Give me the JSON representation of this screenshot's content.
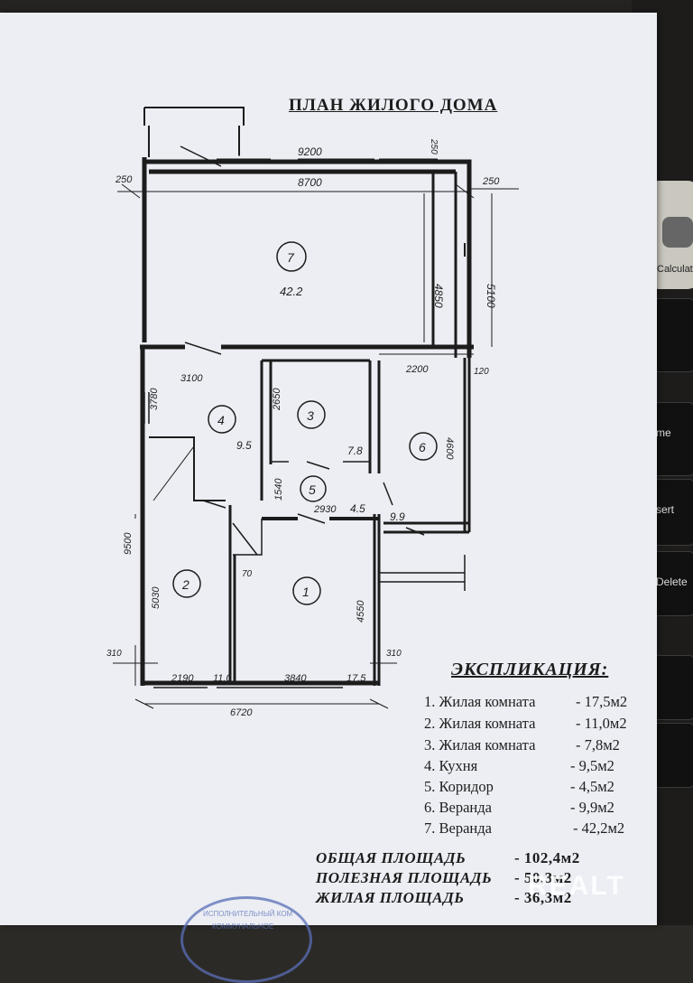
{
  "title": "ПЛАН ЖИЛОГО ДОМА",
  "dimensions": {
    "top_outer": "9200",
    "top_inner": "8700",
    "top_left_wall": "250",
    "top_right_wall": "250",
    "top_small": "250",
    "right_outer": "5100",
    "right_inner": "4850",
    "mid_left": "3100",
    "mid_right": "2200",
    "mid_right_small": "120",
    "room4_height": "3780",
    "room3_height": "2650",
    "room6_height": "4600",
    "corridor_height": "1540",
    "corridor_width": "2930",
    "room2_height": "5030",
    "room1_height": "4550",
    "door_small": "70",
    "overall_height": "9500",
    "bottom_left_wall": "310",
    "bottom_right_wall": "310",
    "bottom_room2": "2190",
    "bottom_room1": "3840",
    "bottom_overall": "6720"
  },
  "rooms": [
    {
      "number": "7",
      "area": "42.2"
    },
    {
      "number": "4",
      "area": "9.5"
    },
    {
      "number": "3",
      "area": "7.8"
    },
    {
      "number": "6",
      "area": "9.9"
    },
    {
      "number": "5",
      "area": "4.5"
    },
    {
      "number": "2",
      "area": "11.0"
    },
    {
      "number": "1",
      "area": "17.5"
    }
  ],
  "explication": {
    "title": "ЭКСПЛИКАЦИЯ:",
    "items": [
      {
        "label": "1. Жилая комната",
        "value": "- 17,5м2"
      },
      {
        "label": "2. Жилая комната",
        "value": "- 11,0м2"
      },
      {
        "label": "3. Жилая комната",
        "value": "- 7,8м2"
      },
      {
        "label": "4. Кухня",
        "value": "- 9,5м2"
      },
      {
        "label": "5. Коридор",
        "value": "- 4,5м2"
      },
      {
        "label": "6. Веранда",
        "value": "- 9,9м2"
      },
      {
        "label": "7. Веранда",
        "value": "- 42,2м2"
      }
    ]
  },
  "totals": [
    {
      "label": "ОБЩАЯ ПЛОЩАДЬ",
      "value": "- 102,4м2"
    },
    {
      "label": "ПОЛЕЗНАЯ ПЛОЩАДЬ",
      "value": "- 50,3м2"
    },
    {
      "label": "ЖИЛАЯ ПЛОЩАДЬ",
      "value": "- 36,3м2"
    }
  ],
  "watermark": "REALT",
  "stamp": {
    "line1": "ИСПОЛНИТЕЛЬНЫЙ КОМ",
    "line2": "КОММУНАЛЬНОЕ"
  },
  "keyboard": {
    "home": "me",
    "insert": "sert",
    "delete": "Delete",
    "calc": "Calculator"
  },
  "colors": {
    "paper": "#eceef3",
    "ink": "#1c1c1c",
    "stamp": "#5a6fb8"
  }
}
